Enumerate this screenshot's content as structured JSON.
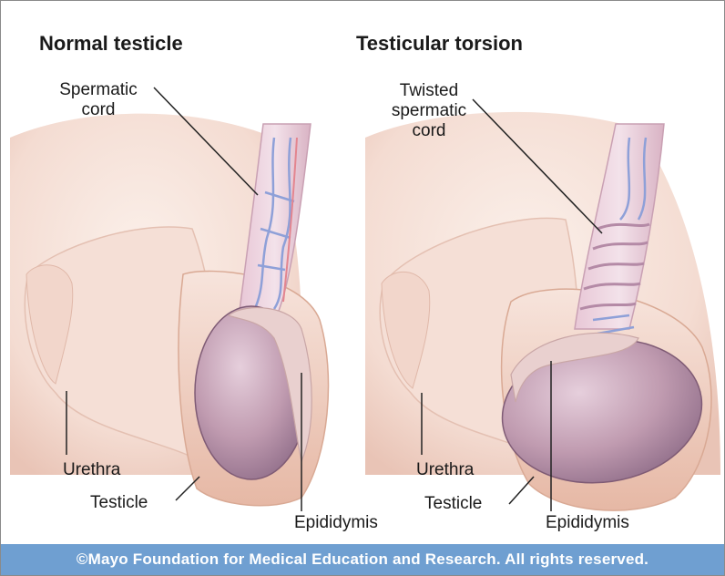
{
  "panels": {
    "normal": {
      "title": "Normal testicle",
      "spermatic_cord_line1": "Spermatic",
      "spermatic_cord_line2": "cord",
      "urethra": "Urethra",
      "testicle": "Testicle",
      "epididymis": "Epididymis"
    },
    "torsion": {
      "title": "Testicular torsion",
      "twisted_cord_line1": "Twisted",
      "twisted_cord_line2": "spermatic",
      "twisted_cord_line3": "cord",
      "urethra": "Urethra",
      "testicle": "Testicle",
      "epididymis": "Epididymis"
    }
  },
  "footer": {
    "copyright": "©Mayo Foundation for Medical Education and Research. All rights reserved."
  },
  "colors": {
    "skin": "#f6e2da",
    "skin_shadow": "#e8c3b6",
    "testicle": "#b98fa3",
    "cord_vessels": "#8ea0d8",
    "footer_bg": "#6f9fd1"
  }
}
